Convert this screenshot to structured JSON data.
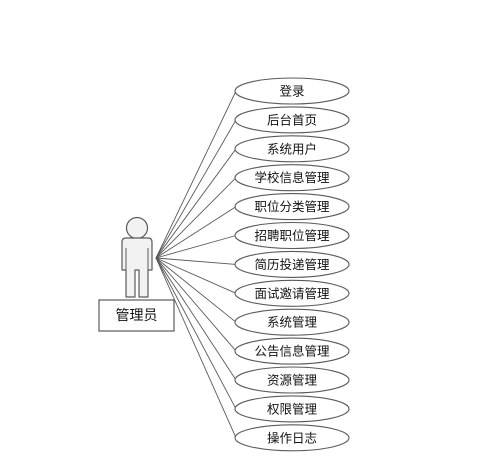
{
  "actor": {
    "label": "管理员"
  },
  "use_cases": [
    "登录",
    "后台首页",
    "系统用户",
    "学校信息管理",
    "职位分类管理",
    "招聘职位管理",
    "简历投递管理",
    "面试邀请管理",
    "系统管理",
    "公告信息管理",
    "资源管理",
    "权限管理",
    "操作日志"
  ],
  "colors": {
    "stroke": "#5a5a5a",
    "actor_fill": "#f2f2f2",
    "ellipse_fill": "#ffffff",
    "text": "#111111"
  }
}
